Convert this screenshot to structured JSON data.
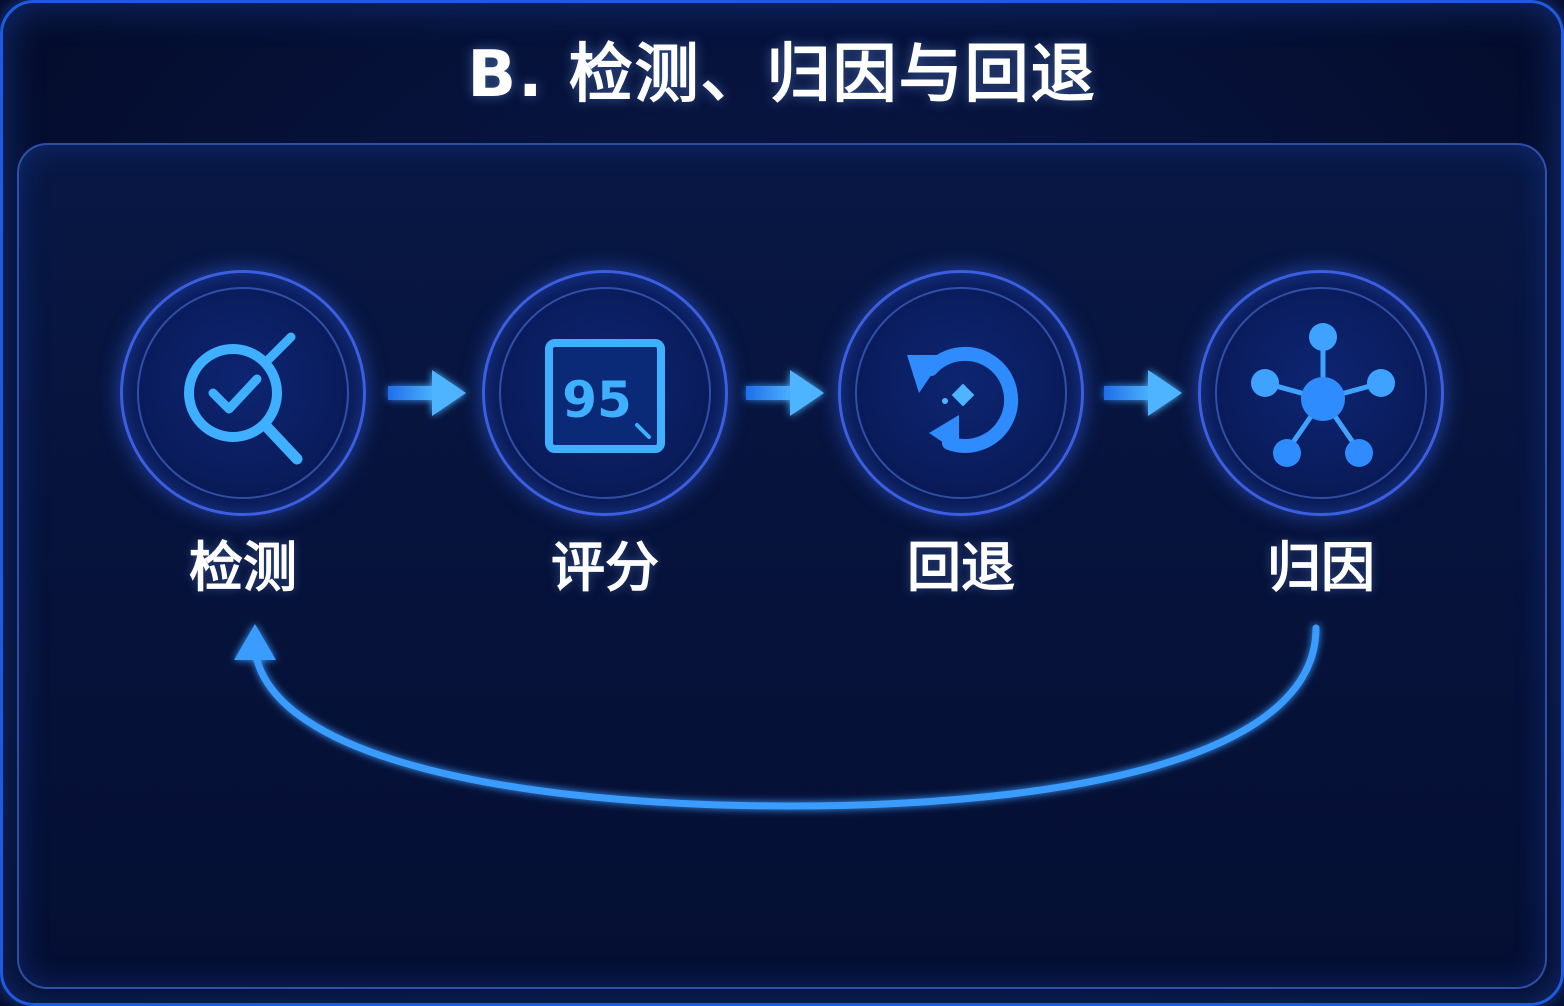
{
  "title": "B. 检测、归因与回退",
  "steps": [
    {
      "label": "检测",
      "icon": "magnifier-check-icon"
    },
    {
      "label": "评分",
      "icon": "score-box-icon",
      "score_text": "95"
    },
    {
      "label": "回退",
      "icon": "rollback-cycle-icon"
    },
    {
      "label": "归因",
      "icon": "network-hub-icon"
    }
  ],
  "colors": {
    "background": "#050d2a",
    "accent": "#2f8cff",
    "accent_light": "#4fb4ff",
    "node_border": "#3b5fe0",
    "text": "#ffffff"
  }
}
